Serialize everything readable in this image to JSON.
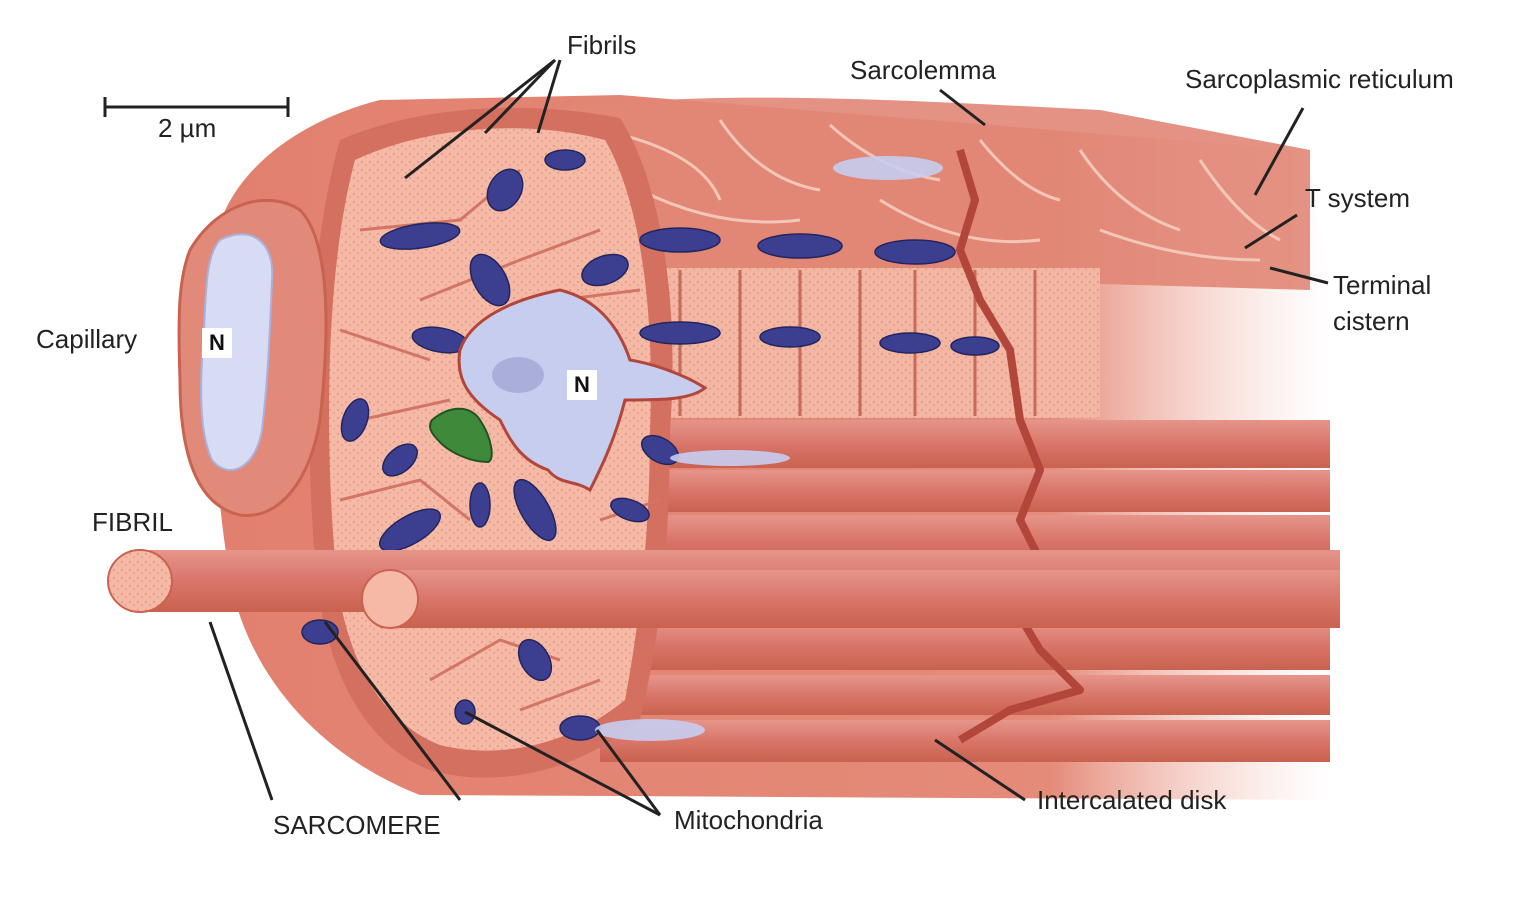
{
  "scale_bar": {
    "label": "2 µm"
  },
  "labels": {
    "fibrils": "Fibrils",
    "sarcolemma": "Sarcolemma",
    "sarcoplasmic_reticulum": "Sarcoplasmic reticulum",
    "t_system": "T system",
    "terminal_cistern_line1": "Terminal",
    "terminal_cistern_line2": "cistern",
    "capillary": "Capillary",
    "fibril": "FIBRIL",
    "sarcomere": "SARCOMERE",
    "mitochondria": "Mitochondria",
    "intercalated_disk": "Intercalated disk"
  },
  "nucleus_markers": {
    "capillary_nucleus": "N",
    "cell_nucleus": "N"
  },
  "colors": {
    "fibril_fill": "#f6b9a6",
    "muscle_base": "#e2806f",
    "muscle_dark": "#c25a4c",
    "sarcoplasm_light": "#f0c3b3",
    "mitochondria": "#3c3f8f",
    "nucleus": "#c7cdef",
    "golgi_green": "#3d8a3a",
    "capillary_lumen": "#d7dbf3"
  }
}
